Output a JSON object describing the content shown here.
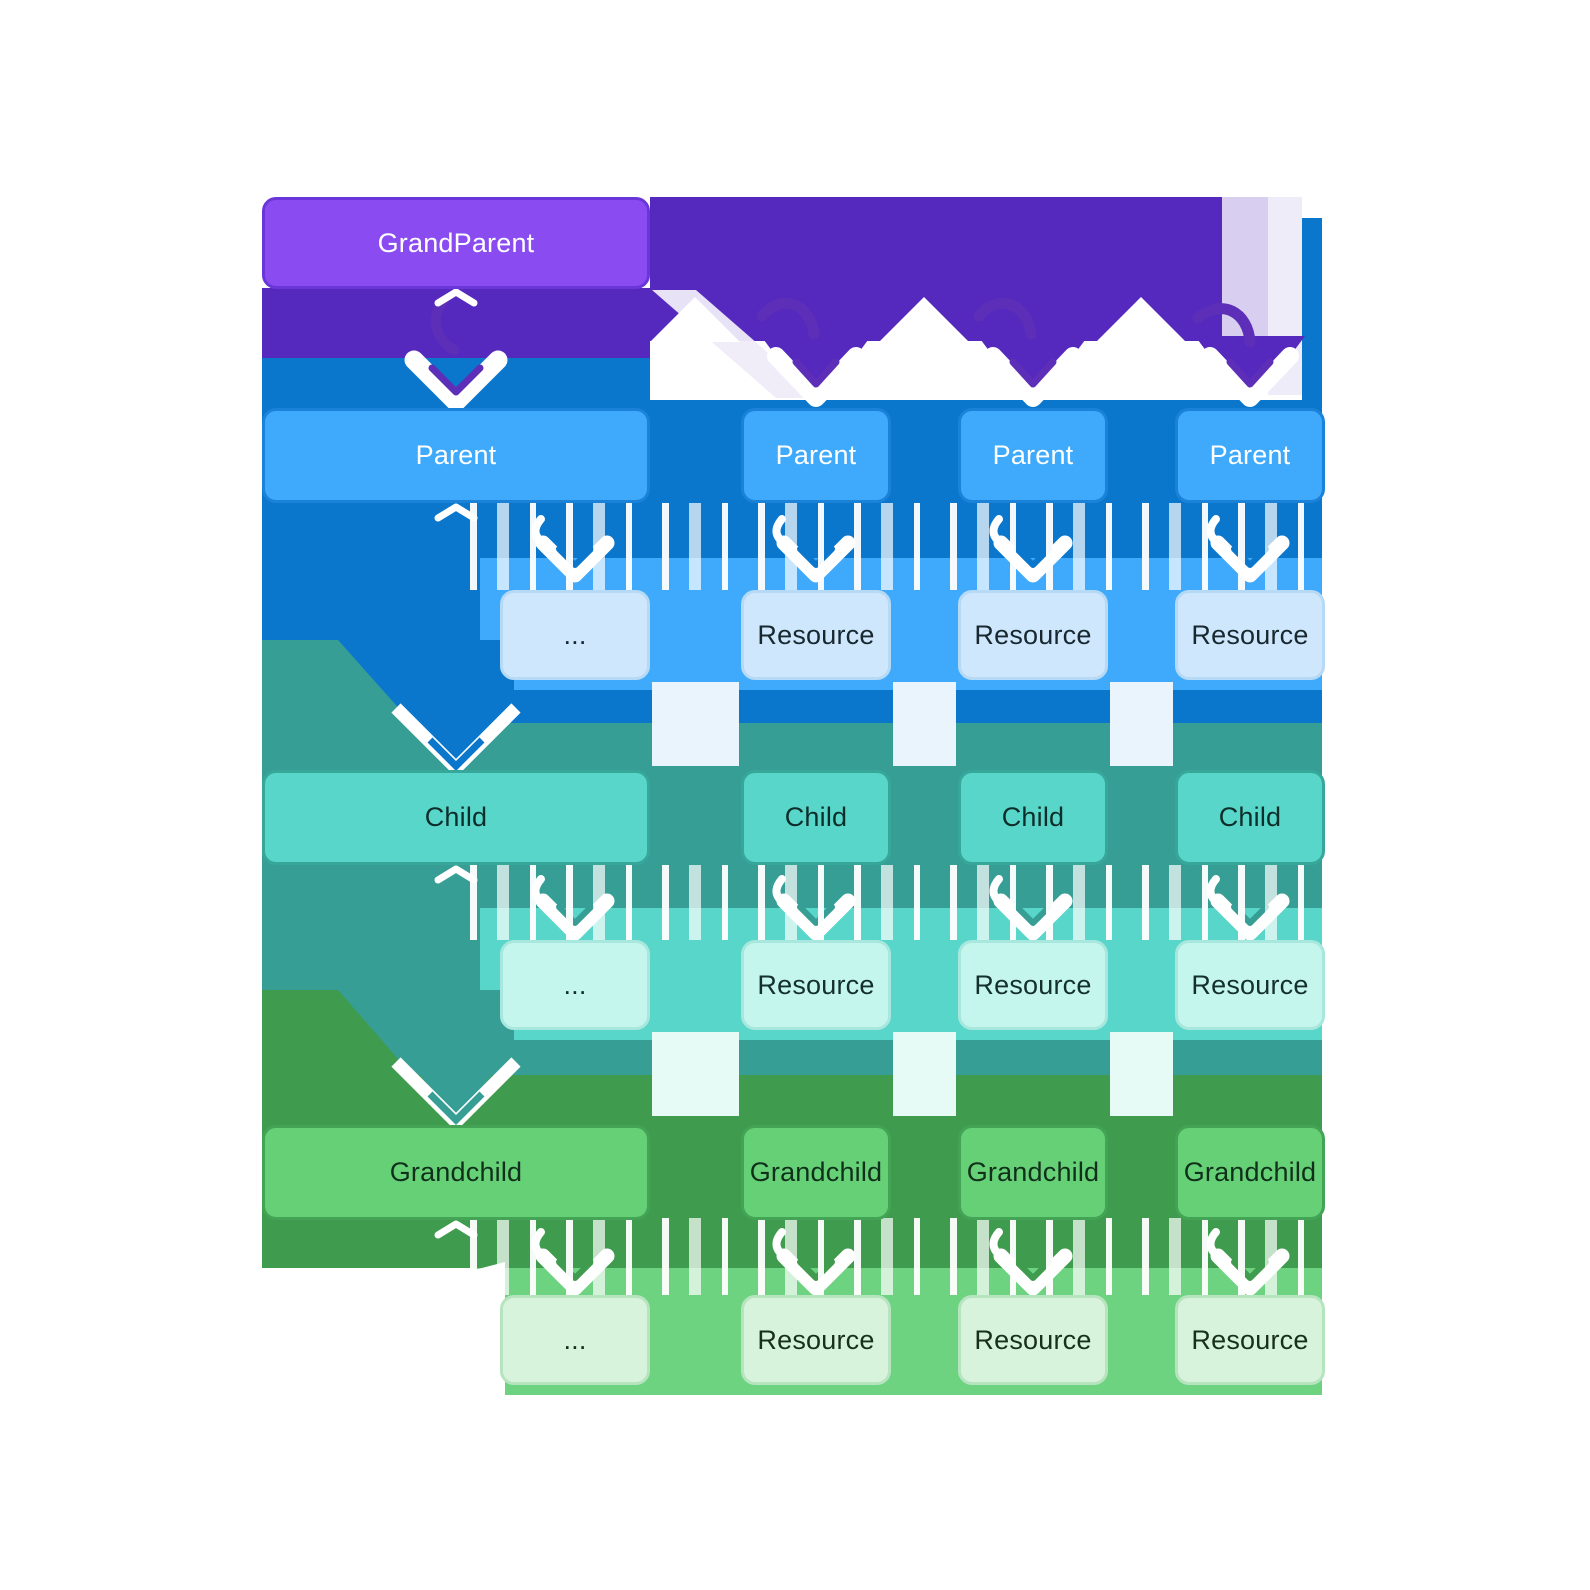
{
  "diagram": {
    "levels": {
      "grandparent": {
        "label": "GrandParent"
      },
      "parent": {
        "nodes": [
          "Parent",
          "Parent",
          "Parent",
          "Parent"
        ],
        "resources": [
          "...",
          "Resource",
          "Resource",
          "Resource"
        ]
      },
      "child": {
        "nodes": [
          "Child",
          "Child",
          "Child",
          "Child"
        ],
        "resources": [
          "...",
          "Resource",
          "Resource",
          "Resource"
        ]
      },
      "grandchild": {
        "nodes": [
          "Grandchild",
          "Grandchild",
          "Grandchild",
          "Grandchild"
        ],
        "resources": [
          "...",
          "Resource",
          "Resource",
          "Resource"
        ]
      }
    },
    "colors": {
      "grandparent_box": "#8a4cf0",
      "grandparent_mass": "#5629be",
      "parent_box": "#3fa9fb",
      "parent_mass": "#0a77cc",
      "parent_resource_box": "#cfe7fc",
      "child_box": "#57d6c9",
      "child_mass": "#379e95",
      "child_resource_box": "#c5f6ee",
      "grandchild_box": "#66d077",
      "grandchild_mass": "#3f9b4d",
      "grandchild_resource_box": "#d7f3dc",
      "lavender_accent": "#efecf9",
      "arrow_stroke_purple": "#5d2fb8",
      "arrow_white": "#ffffff"
    }
  }
}
